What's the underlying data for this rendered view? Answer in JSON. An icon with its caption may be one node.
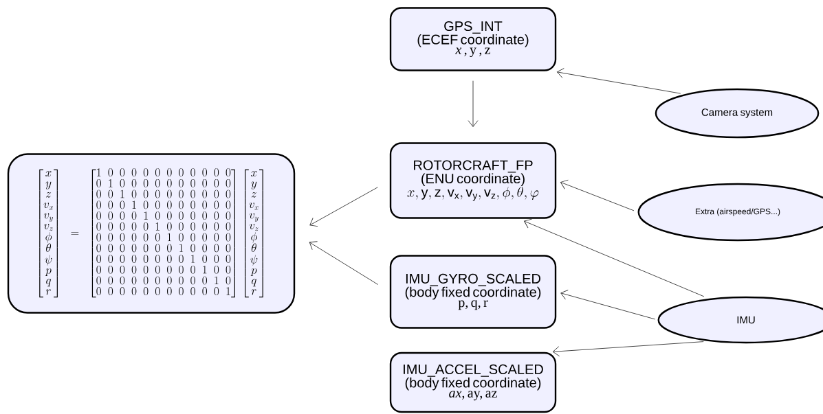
{
  "diagram": {
    "nodes": [
      {
        "text": [
          "\\begin{bmatrix}x\\\\y\\\\z\\\\v_x\\\\v_y\\\\v_z\\\\\\phi\\\\\\theta\\\\\\psi\\\\p\\\\q\\\\r\\end{bmatrix}=\\begin{bmatrix}1&0&0&0&0&0&0&0&0&0&0&0\\\\0&1&0&0&0&0&0&0&0&0&0&0\\\\0&0&1&0&0&0&0&0&0&0&0&0\\\\0&0&0&1&0&0&0&0&0&0&0&0\\\\0&0&0&0&1&0&0&0&0&0&0&0\\\\0&0&0&0&0&1&0&0&0&0&0&0\\\\0&0&0&0&0&0&1&0&0&0&0&0\\\\0&0&0&0&0&0&0&1&0&0&0&0\\\\0&0&0&0&0&0&0&0&1&0&0&0\\\\0&0&0&0&0&0&0&0&0&1&0&0\\\\0&0&0&0&0&0&0&0&0&0&1&0\\\\0&0&0&0&0&0&0&0&0&0&0&1\\end{bmatrix}\\begin{bmatrix}x\\\\y\\\\z\\\\v_x\\\\v_y\\\\v_z\\\\\\phi\\\\\\theta\\\\\\psi\\\\p\\\\q\\\\r\\end{bmatrix}"
        ]
      },
      {
        "text": [
          "GPS_INT",
          "(ECEF coordinate)",
          "*x* , y , z"
        ]
      },
      {
        "text": [
          "ROTORCRAFT_FP",
          "(ENU coordinate)",
          "x, \\mathrm{y}, \\mathrm{z}, \\mathrm{v}_\\mathrm{x}, \\mathrm{v}_\\mathrm{y}, \\mathrm{v}_\\mathrm{z}, \\phi, \\theta, \\varphi"
        ]
      },
      {
        "text": [
          "IMU_GYRO_SCALED",
          "(body fixed coordinate)",
          "p, q, r"
        ]
      },
      {
        "text": [
          "IMU_ACCEL_SCALED",
          "(body fixed coordinate)",
          "*ax*,  ay,  az"
        ]
      },
      {
        "text": [
          "Camera system"
        ]
      },
      {
        "text": [
          "Extra    (airspeed/GPS...)"
        ]
      },
      {
        "text": [
          "IMU"
        ]
      }
    ],
    "edges": [
      {
        "from": 1,
        "to": 2,
        "arrow": "to"
      },
      {
        "from": 5,
        "to": 1,
        "arrow": "to"
      },
      {
        "from": 6,
        "to": 2,
        "arrow": "to"
      },
      {
        "from": 7,
        "to": 2,
        "arrow": "to"
      },
      {
        "from": 7,
        "to": 3,
        "arrow": "to"
      },
      {
        "from": 7,
        "to": 4,
        "arrow": "to"
      },
      {
        "from": 2,
        "to": 0,
        "arrow": "to"
      },
      {
        "from": 3,
        "to": 0,
        "arrow": "to"
      }
    ]
  }
}
